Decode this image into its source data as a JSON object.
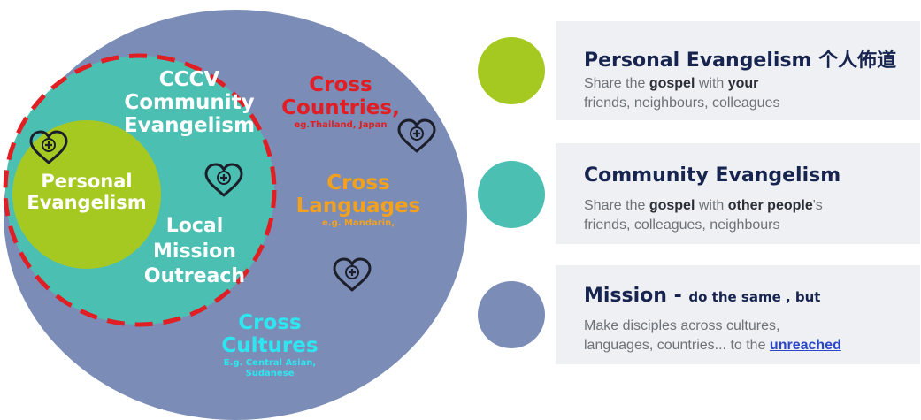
{
  "diagram": {
    "colors": {
      "mission": "#7b8db7",
      "community": "#4cbfb3",
      "personal": "#a6c922",
      "dashed_border": "#e01e23",
      "white_text": "#ffffff",
      "cross_countries": "#e01e23",
      "cross_languages": "#f3a01c",
      "cross_cultures": "#2ee6f0"
    },
    "labels": {
      "cccv_line1": "CCCV",
      "cccv_line2": "Community",
      "cccv_line3": "Evangelism",
      "personal_line1": "Personal",
      "personal_line2": "Evangelism",
      "local_line1": "Local",
      "local_line2": "Mission",
      "local_line3": "Outreach",
      "countries_line1": "Cross",
      "countries_line2": "Countries,",
      "countries_example": "eg.Thailand, Japan",
      "languages_line1": "Cross",
      "languages_line2": "Languages",
      "languages_example": "e.g. Mandarin,",
      "cultures_line1": "Cross",
      "cultures_line2": "Cultures",
      "cultures_example_1": "E.g. Central Asian,",
      "cultures_example_2": "Sudanese"
    },
    "icons": [
      "heart-cross-icon",
      "heart-cross-icon",
      "heart-cross-icon",
      "heart-cross-icon"
    ]
  },
  "legend": [
    {
      "color": "#a6c922",
      "title": "Personal Evangelism 个人佈道",
      "desc_prefix": "Share the ",
      "desc_bold_1": "gospel",
      "desc_mid": " with ",
      "desc_bold_2": "your",
      "desc_line2": "friends, neighbours, colleagues"
    },
    {
      "color": "#4cbfb3",
      "title": "Community Evangelism",
      "desc_prefix": "Share the ",
      "desc_bold_1": "gospel",
      "desc_mid": " with ",
      "desc_bold_2": "other people",
      "desc_suffix": "'s",
      "desc_line2": "friends, colleagues, neighbours"
    },
    {
      "color": "#7b8db7",
      "title_main": "Mission - ",
      "title_small": "do the same , but",
      "desc_line1": "Make disciples across cultures,",
      "desc_line2_prefix": "languages, countries... to the ",
      "desc_link": "unreached"
    }
  ]
}
